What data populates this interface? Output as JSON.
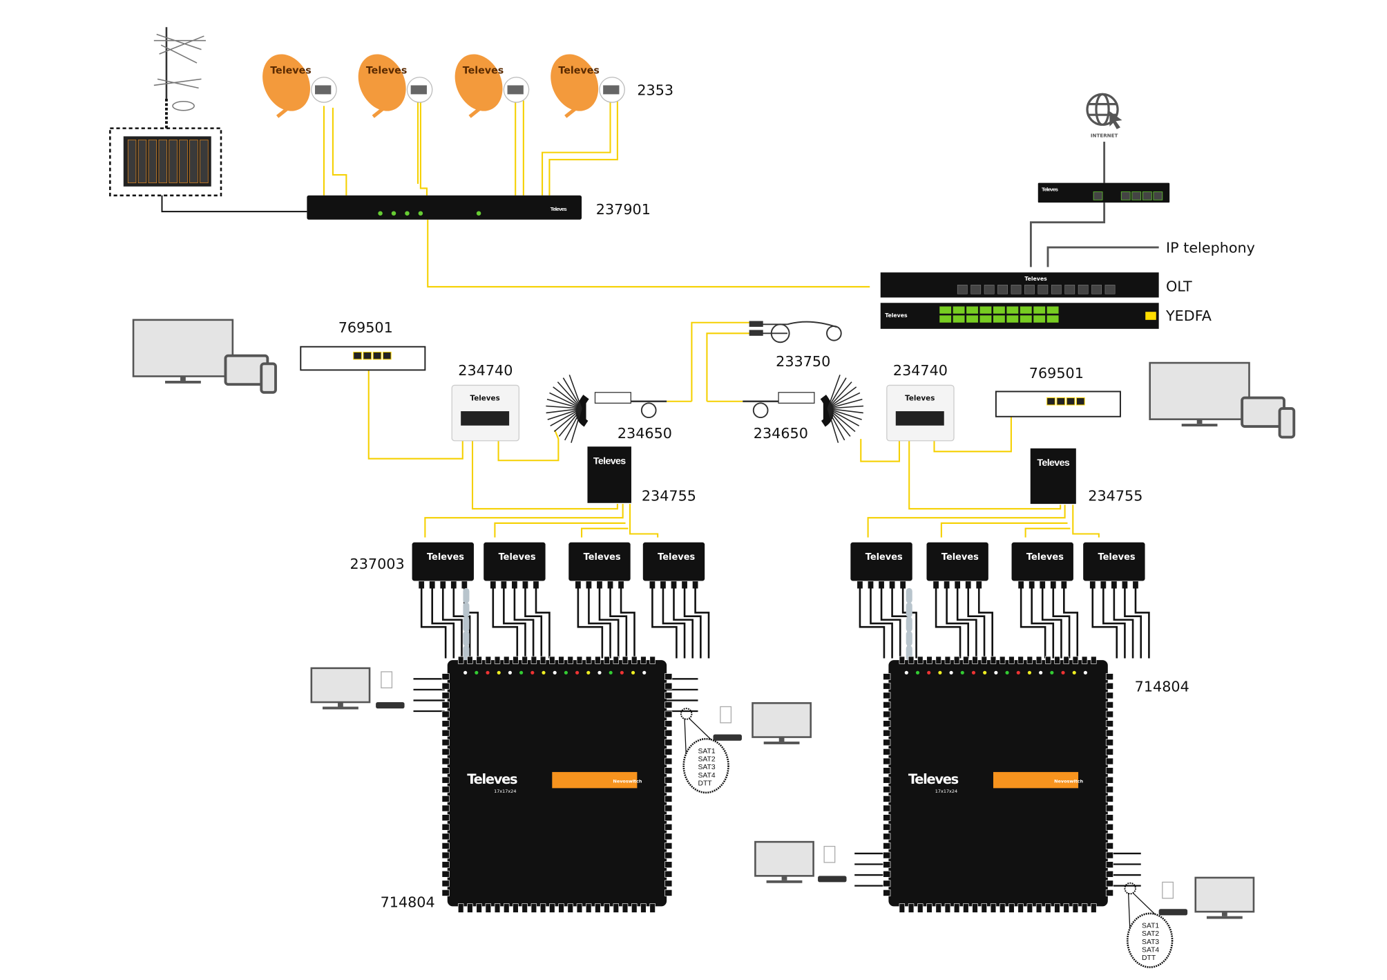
{
  "colors": {
    "fibre": "#f5d000",
    "coax": "#111111",
    "ethernet": "#555555",
    "dish": "#f39a3c",
    "device": "#111111",
    "accent": "#f7931e",
    "screen": "#e4e4e4"
  },
  "labels": {
    "dishes": "2353",
    "headend": "237901",
    "internet": "INTERNET",
    "ip_telephony": "IP telephony",
    "olt": "OLT",
    "yedfa": "YEDFA",
    "ont_left": "769501",
    "ont_right": "769501",
    "receiver_left": "234740",
    "receiver_right": "234740",
    "patch_cord": "233750",
    "splitter_left": "234650",
    "splitter_right": "234650",
    "converter_left": "234755",
    "converter_right": "234755",
    "lnb_converter": "237003",
    "multiswitch_left": "714804",
    "multiswitch_right": "714804"
  },
  "brand": "Televes",
  "multiswitch": {
    "model": "17x17x24",
    "badge": "Nevoswitch"
  },
  "sat_outputs": [
    "SAT1",
    "SAT2",
    "SAT3",
    "SAT4",
    "DTT"
  ]
}
